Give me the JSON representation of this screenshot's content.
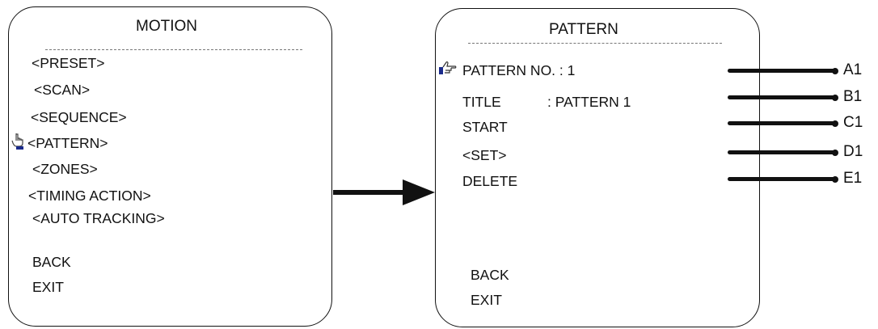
{
  "motion_menu": {
    "title": "MOTION",
    "items": [
      "<PRESET>",
      "<SCAN>",
      "<SEQUENCE>",
      "<PATTERN>",
      "<ZONES>",
      "<TIMING ACTION>",
      "<AUTO TRACKING>"
    ],
    "selected": "<PATTERN>",
    "back": "BACK",
    "exit": "EXIT"
  },
  "pattern_menu": {
    "title": "PATTERN",
    "items": [
      "PATTERN NO. :  1",
      "TITLE",
      ":  PATTERN 1",
      "START",
      "<SET>",
      "DELETE"
    ],
    "back": "BACK",
    "exit": "EXIT"
  },
  "callouts": [
    "A1",
    "B1",
    "C1",
    "D1",
    "E1"
  ],
  "icons": {
    "pointer_left": "hand-pointer-icon",
    "pointer_right": "hand-pointer-icon",
    "arrow": "right-arrow-icon"
  }
}
